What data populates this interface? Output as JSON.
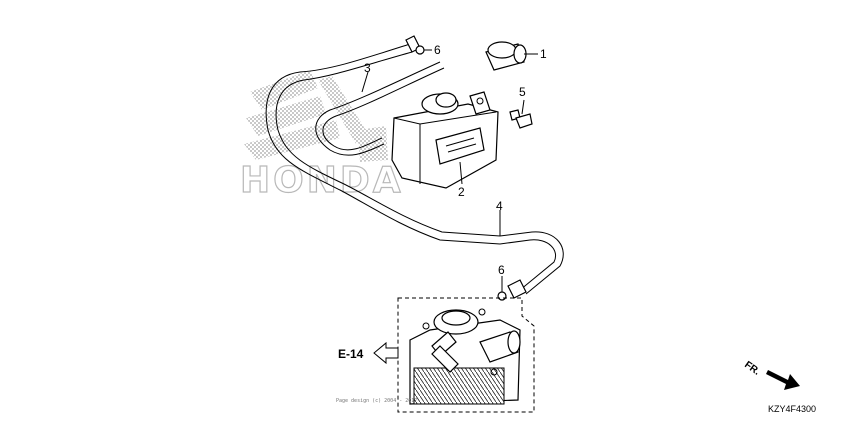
{
  "diagram": {
    "watermark": "HONDA",
    "callouts": {
      "c1": "1",
      "c2": "2",
      "c3": "3",
      "c4": "4",
      "c5": "5",
      "c6a": "6",
      "c6b": "6"
    },
    "reference": "E-14",
    "direction": "FR.",
    "diagram_code": "KZY4F4300",
    "copyright": "Page design (c) 2004 - 2017"
  }
}
